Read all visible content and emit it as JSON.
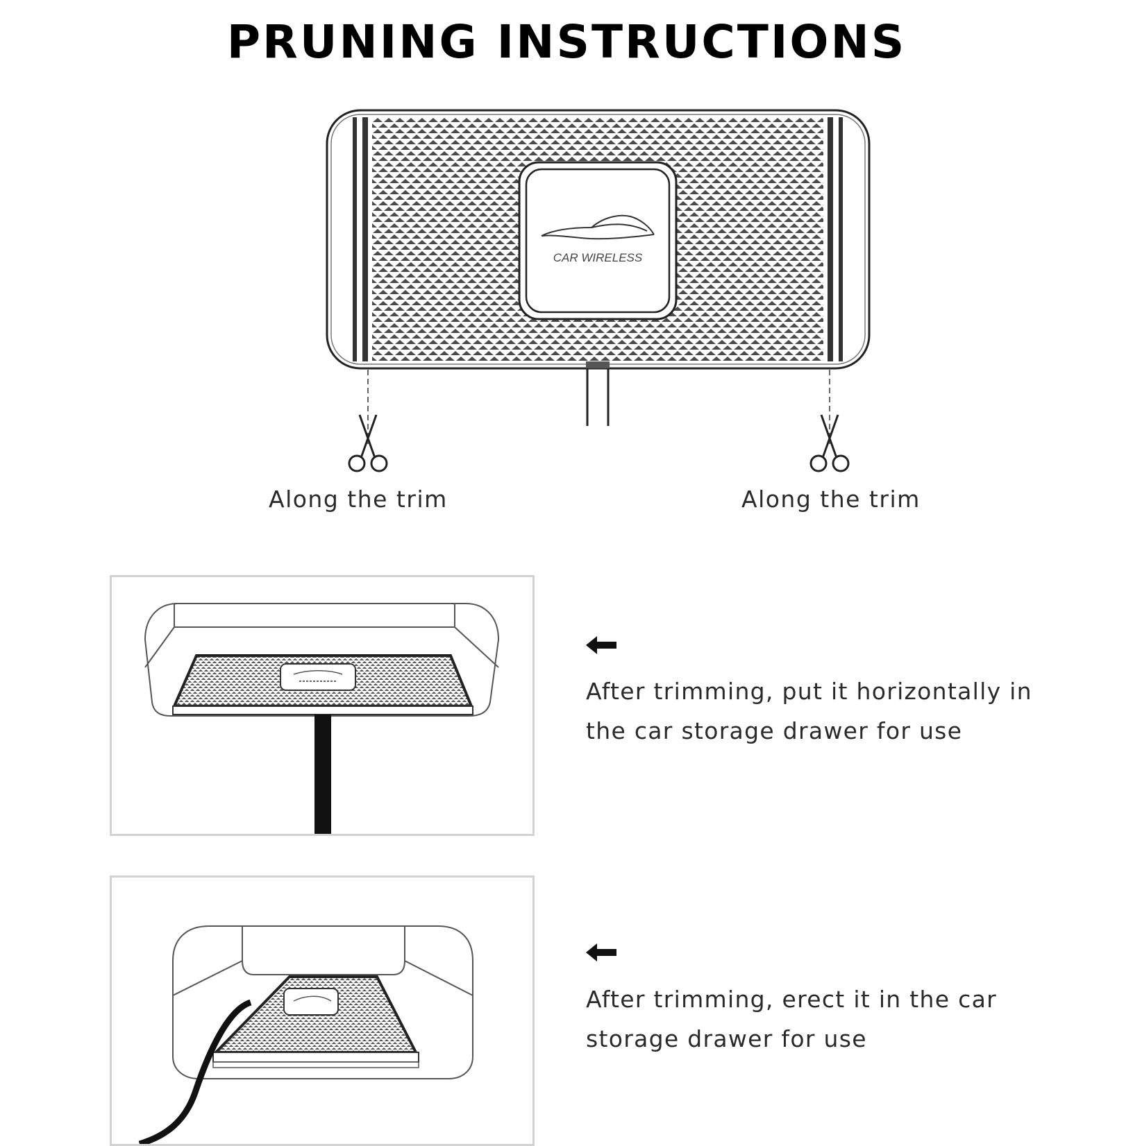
{
  "header": {
    "title": "PRUNING INSTRUCTIONS"
  },
  "diagram": {
    "pad_label": "CAR WIRELESS",
    "trim_labels": [
      "Along the trim",
      "Along the trim"
    ]
  },
  "steps": [
    {
      "icon": "arrow-left-icon",
      "lines": [
        "After trimming, put it horizontally in",
        "the car storage drawer for use"
      ]
    },
    {
      "icon": "arrow-left-icon",
      "lines": [
        "After trimming, erect it in the car",
        "storage drawer for use"
      ]
    }
  ],
  "colors": {
    "ink": "#222222",
    "panel_border": "#d2d2d2",
    "pattern": "#555555"
  }
}
